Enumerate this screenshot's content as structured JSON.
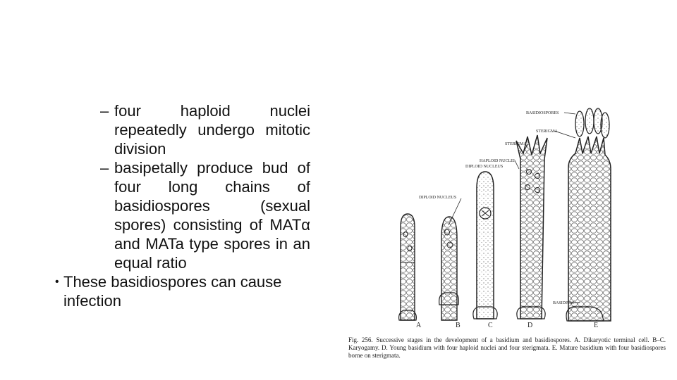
{
  "text": {
    "sub_bullets": [
      "four haploid nuclei repeatedly undergo mitotic division",
      "basipetally produce bud of four long chains of basidiospores (sexual spores) consisting of MATα and MATa type spores in an equal ratio"
    ],
    "main_bullet": "These basidiospores can cause infection",
    "dash_symbol": "–",
    "bullet_symbol": "•"
  },
  "figure": {
    "labels": {
      "basidiospores": "BASIDIOSPORES",
      "sterigma_upper": "STERIGMA",
      "sterigma_lower": "STERIGMA",
      "haploid_nuclei": "HAPLOID NUCLEI",
      "diploid_nucleus_c": "DIPLOID NUCLEUS",
      "diploid_nucleus_b": "DIPLOID NUCLEUS",
      "basidium": "BASIDIUM"
    },
    "stage_letters": [
      "A",
      "B",
      "C",
      "D",
      "E"
    ],
    "caption": "Fig. 256. Successive stages in the development of a basidium and basidiospores. A. Dikaryotic terminal cell. B–C. Karyogamy. D. Young basidium with four haploid nuclei and four sterigmata. E. Mature basidium with four basidiospores borne on sterigmata."
  }
}
